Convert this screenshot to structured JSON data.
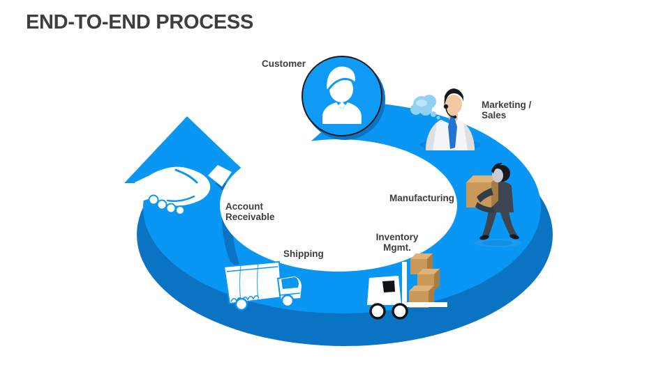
{
  "slide": {
    "title": "END-TO-END PROCESS"
  },
  "labels": {
    "customer": "Customer",
    "marketing_line1": "Marketing /",
    "marketing_line2": "Sales",
    "manufacturing": "Manufacturing",
    "inventory_line1": "Inventory",
    "inventory_line2": "Mgmt.",
    "shipping": "Shipping",
    "account_line1": "Account",
    "account_line2": "Receivable"
  },
  "icons": {
    "arrow": "circular-arrow",
    "handshake": "handshake-icon",
    "customer": "customer-person-icon",
    "marketing": "support-agent-icon",
    "thought": "thought-bubble-icon",
    "manufacturing": "worker-carrying-box-icon",
    "inventory": "forklift-with-boxes-icon",
    "shipping": "delivery-truck-icon"
  },
  "colors": {
    "ring_bright": "#0A96F3",
    "ring_dark": "#0A73C4",
    "circle_blue": "#0F9AF5",
    "bubble_blue": "#8FD1F3",
    "tie_blue": "#2272D2",
    "box_front": "#C9995B",
    "box_top": "#DFB277",
    "box_side": "#A87C42",
    "suit_dark": "#3C4550",
    "skin": "#F2C9A2",
    "text_dark": "#3E3E3E"
  }
}
